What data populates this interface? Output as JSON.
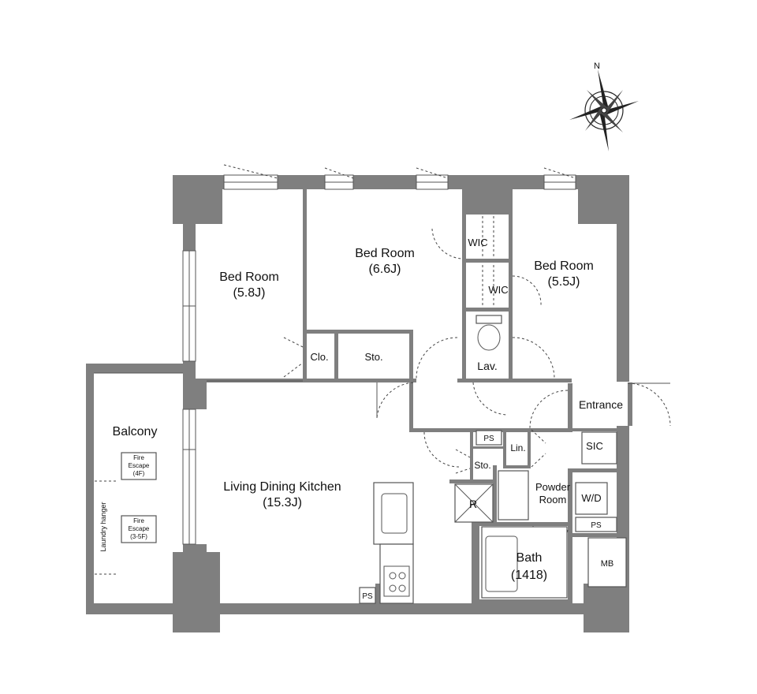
{
  "compass": {
    "north_letter": "N"
  },
  "rooms": {
    "bed1": {
      "name": "Bed Room",
      "size": "(5.8J)"
    },
    "bed2": {
      "name": "Bed Room",
      "size": "(6.6J)"
    },
    "bed3": {
      "name": "Bed Room",
      "size": "(5.5J)"
    },
    "ldk": {
      "name": "Living Dining Kitchen",
      "size": "(15.3J)"
    },
    "balcony": {
      "name": "Balcony"
    },
    "bath": {
      "name": "Bath",
      "size": "(1418)"
    },
    "powder": {
      "name_line1": "Powder",
      "name_line2": "Room"
    }
  },
  "labels": {
    "wic1": "WIC",
    "wic2": "WIC",
    "clo": "Clo.",
    "sto1": "Sto.",
    "sto2": "Sto.",
    "lav": "Lav.",
    "entrance": "Entrance",
    "sic": "SIC",
    "ps1": "PS",
    "ps2": "PS",
    "ps3": "PS",
    "lin": "Lin.",
    "r": "R",
    "wd": "W/D",
    "mb": "MB",
    "laundry": "Laundry hanger"
  },
  "fire_escapes": [
    {
      "line1": "Fire",
      "line2": "Escape",
      "line3": "(4F)"
    },
    {
      "line1": "Fire",
      "line2": "Escape",
      "line3": "(3-5F)"
    }
  ]
}
